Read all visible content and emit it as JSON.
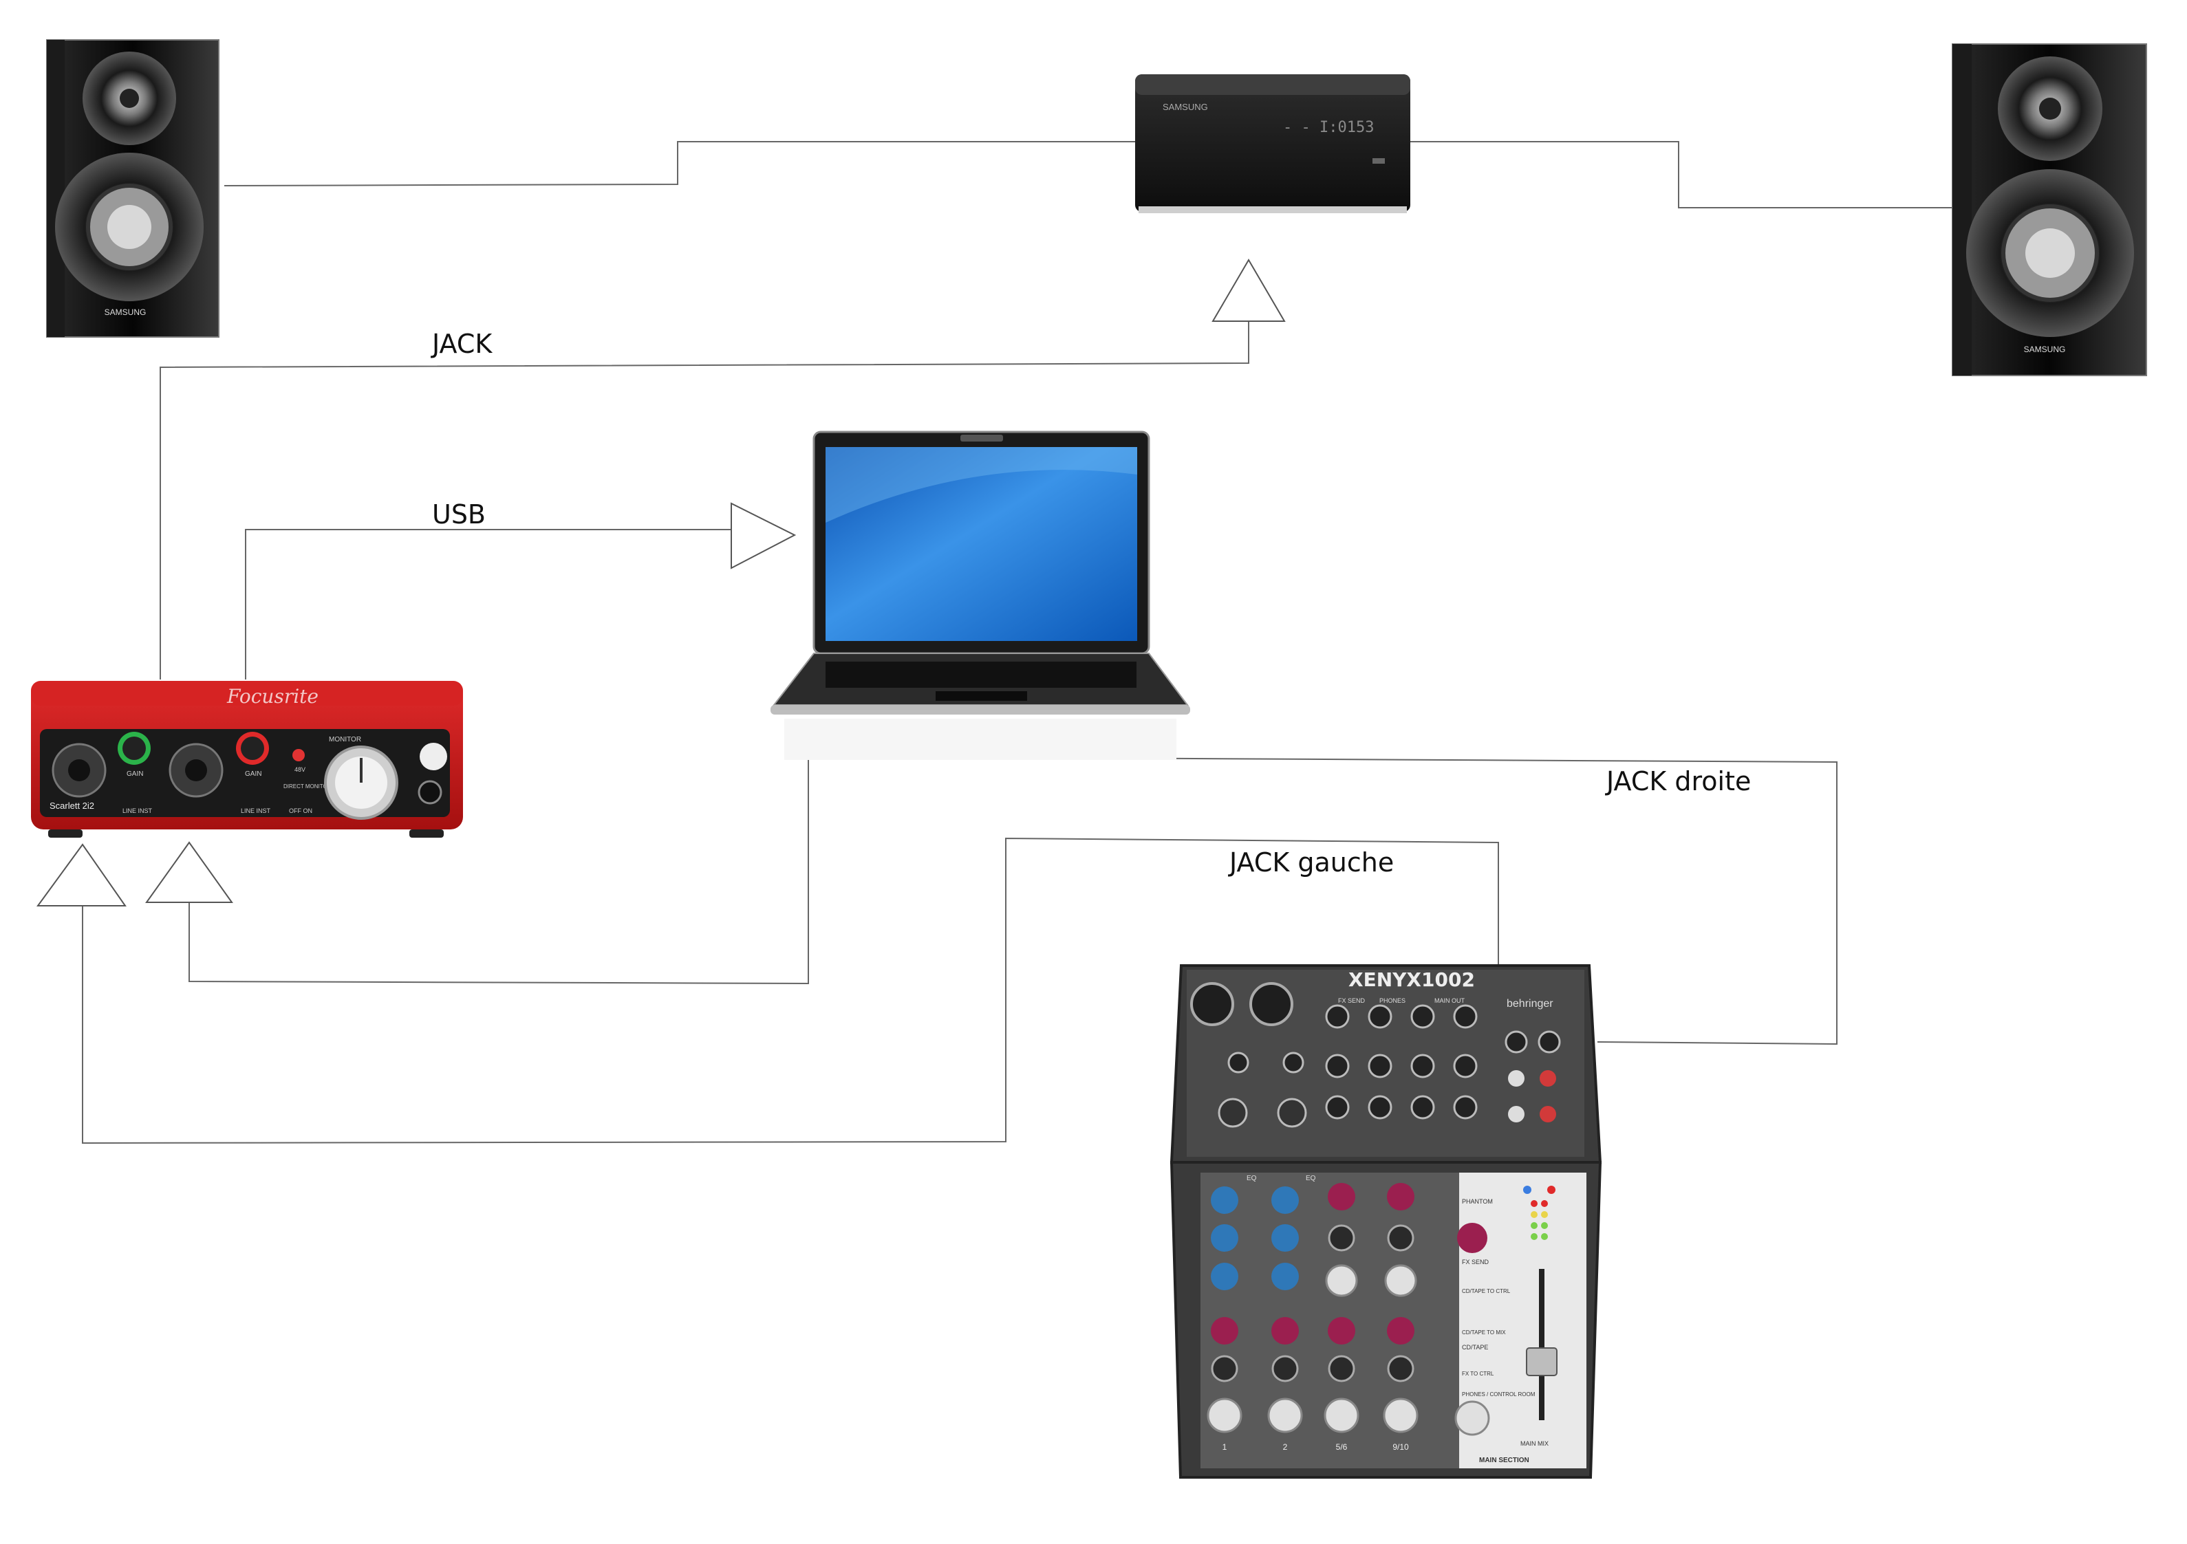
{
  "labels": {
    "jack": "JACK",
    "usb": "USB",
    "jack_droite": "JACK droite",
    "jack_gauche": "JACK gauche"
  },
  "device_text": {
    "speaker_brand": "SAMSUNG",
    "amp_brand": "SAMSUNG",
    "amp_display": "- - I:0153",
    "interface_brand": "Focusrite",
    "interface_model": "Scarlett 2i2",
    "interface_labels": [
      "GAIN",
      "GAIN",
      "MONITOR",
      "48V",
      "DIRECT MONITOR",
      "LINE INST",
      "LINE INST",
      "OFF ON"
    ],
    "mixer_model": "XENYX1002",
    "mixer_brand": "behringer",
    "mixer_sections": [
      "EQ",
      "EQ",
      "FX SEND",
      "PHONES",
      "MAIN OUT",
      "PHANTOM",
      "CD/TAPE",
      "FX SEND",
      "CD/TAPE TO CTRL",
      "CD/TAPE TO MIX",
      "FX TO CTRL",
      "PHONES / CONTROL ROOM",
      "MAIN MIX",
      "MAIN SECTION"
    ],
    "mixer_channels": [
      "1",
      "2",
      "5/6",
      "9/10"
    ]
  },
  "colors": {
    "focusrite_red": "#c41a1a",
    "gain_green": "#2bb34a",
    "laptop_screen": "#1f6fd0",
    "mixer_body": "#3a3a3a",
    "knob_blue": "#2f78b8",
    "knob_magenta": "#9b1f4f"
  }
}
